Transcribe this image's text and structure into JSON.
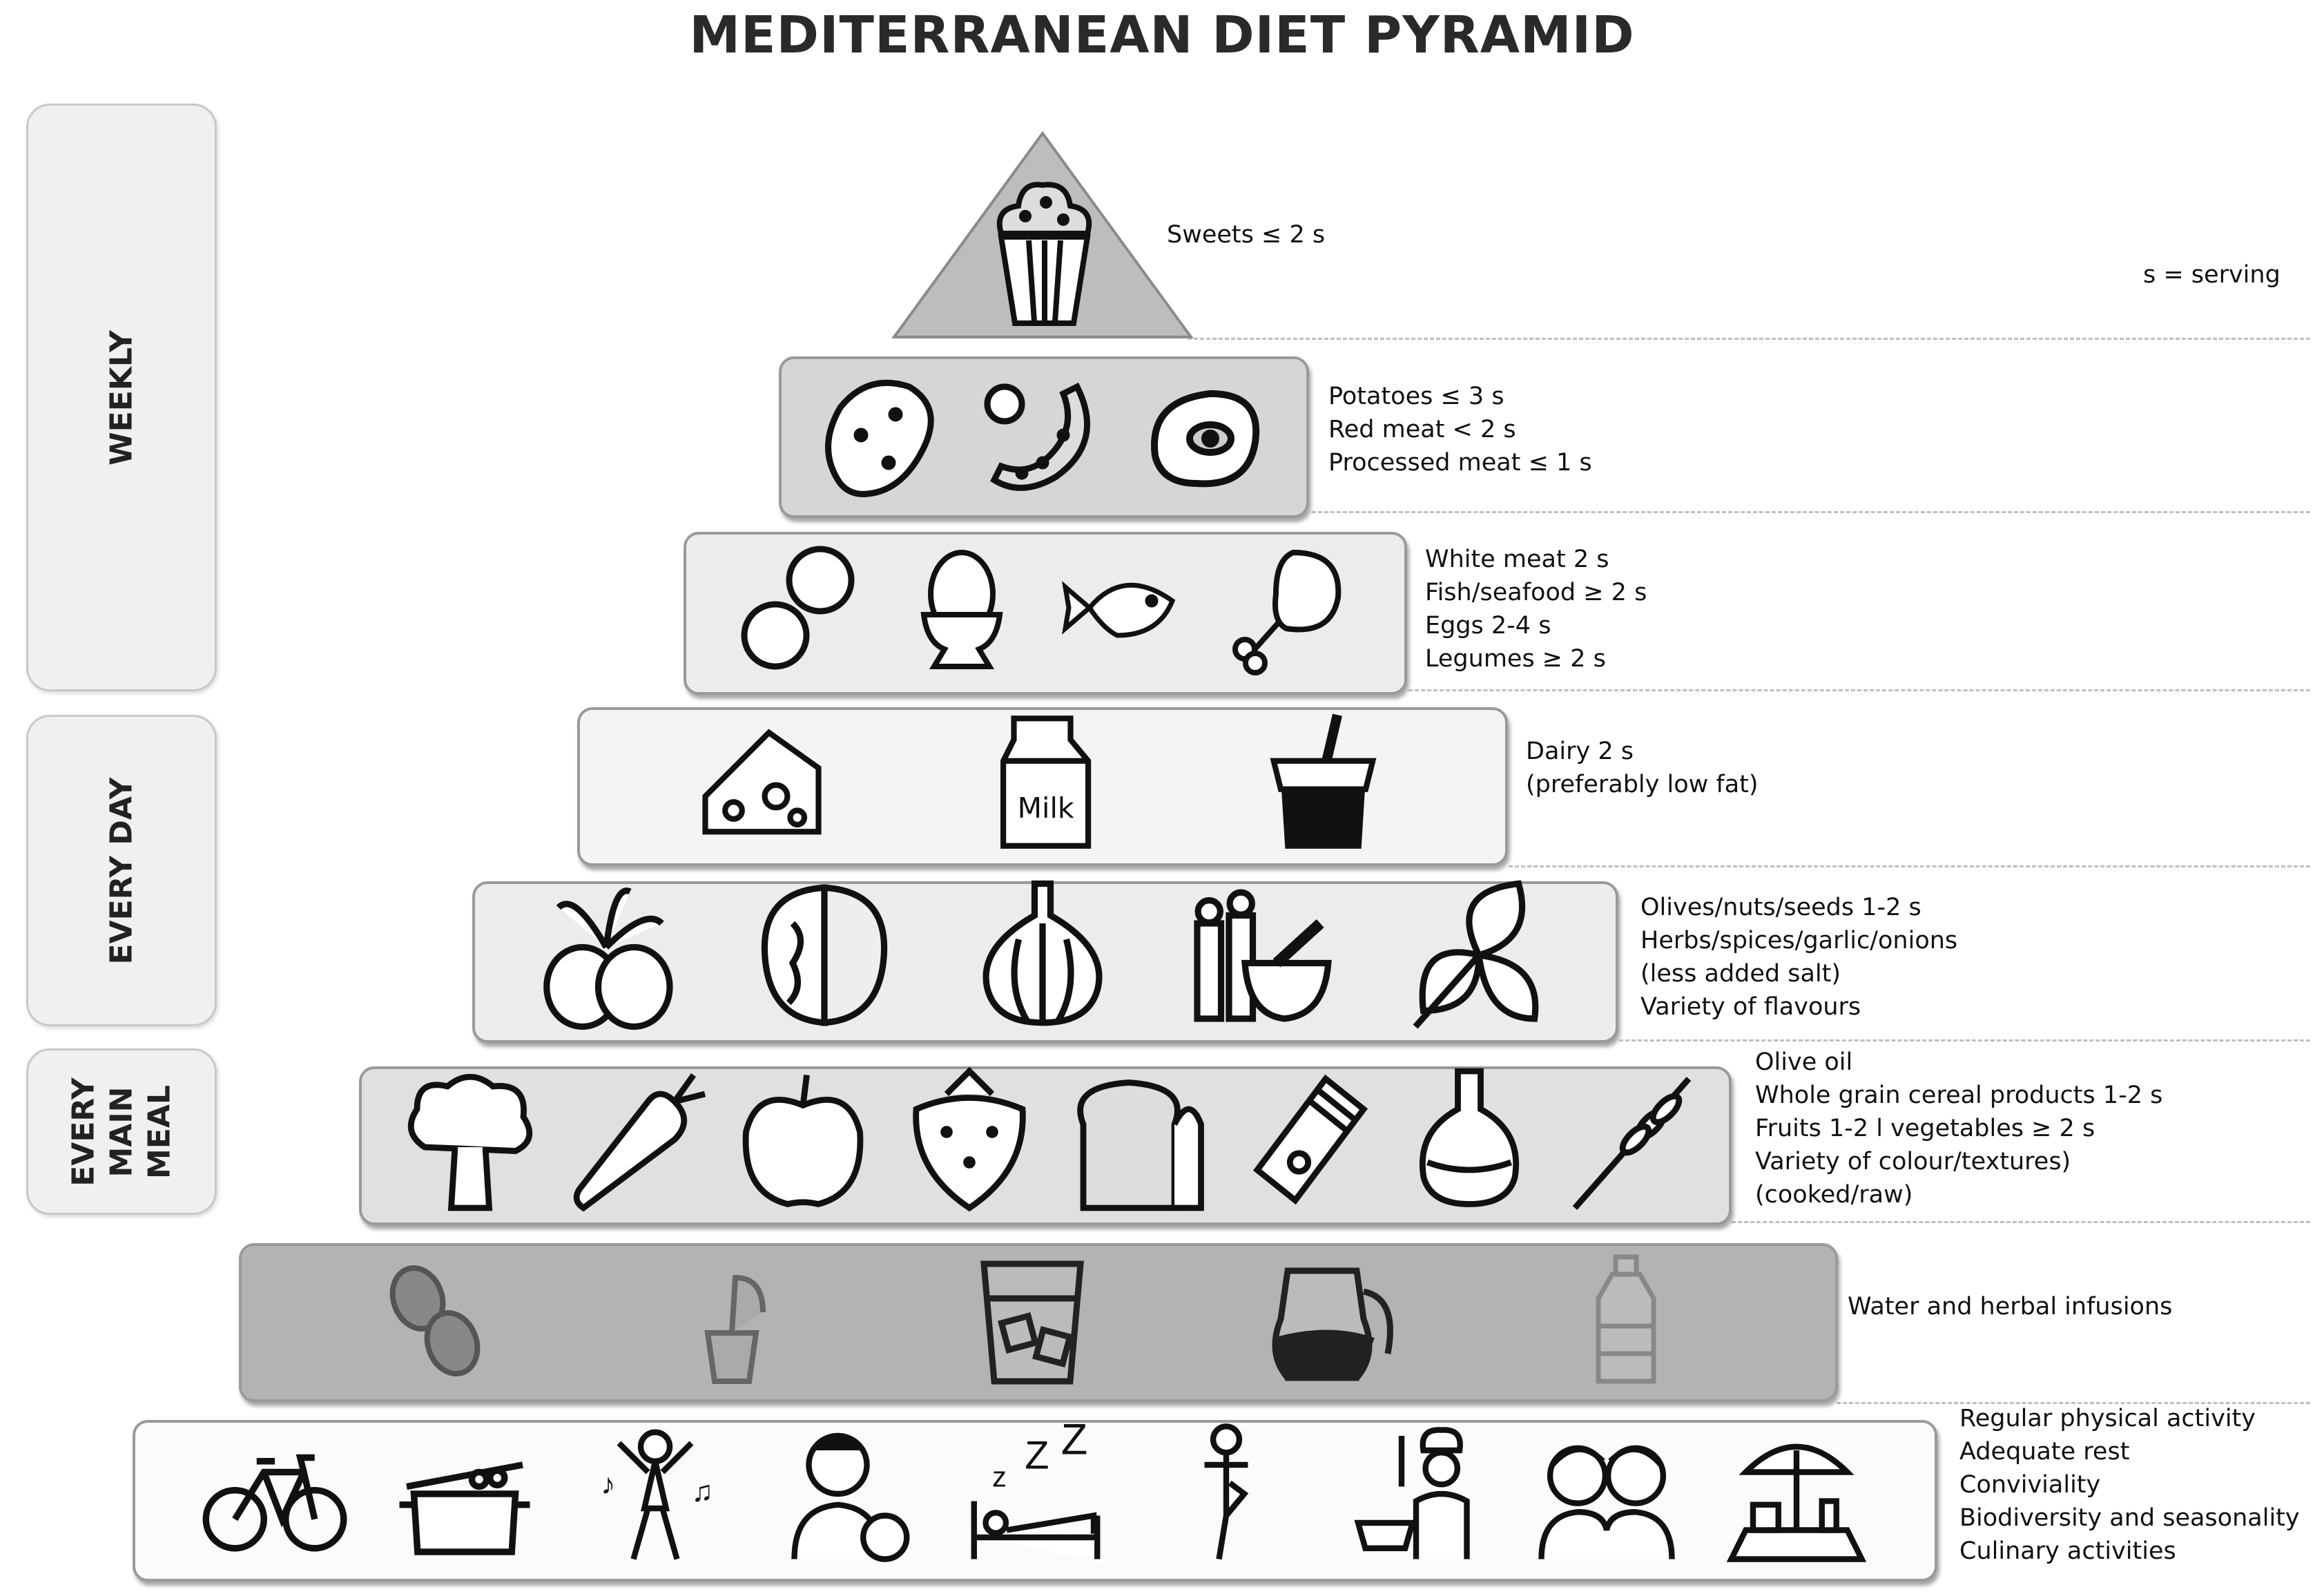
{
  "title": "MEDITERRANEAN DIET PYRAMID",
  "legend_note": "s = serving",
  "frequency_labels": {
    "weekly": "WEEKLY",
    "every_day": "EVERY DAY",
    "every_main_meal": "EVERY\nMAIN\nMEAL"
  },
  "tiers": [
    {
      "id": "sweets",
      "icons": [
        "cupcake-icon"
      ],
      "lines": [
        "Sweets ≤ 2 s"
      ]
    },
    {
      "id": "potatoes-meat",
      "icons": [
        "potato-icon",
        "sausage-icon",
        "steak-icon"
      ],
      "lines": [
        "Potatoes ≤ 3 s",
        "Red meat < 2 s",
        "Processed meat ≤ 1 s"
      ]
    },
    {
      "id": "protein",
      "icons": [
        "beans-icon",
        "egg-icon",
        "fish-icon",
        "chicken-leg-icon"
      ],
      "lines": [
        "White meat 2 s",
        "Fish/seafood ≥ 2 s",
        "Eggs 2-4 s",
        "Legumes ≥ 2 s"
      ]
    },
    {
      "id": "dairy",
      "icons": [
        "cheese-icon",
        "milk-carton-icon",
        "yogurt-icon"
      ],
      "lines": [
        "Dairy 2 s",
        "(preferably low fat)"
      ]
    },
    {
      "id": "flavours",
      "icons": [
        "olives-icon",
        "walnut-icon",
        "garlic-icon",
        "mortar-pestle-icon",
        "herb-leaf-icon"
      ],
      "lines": [
        "Olives/nuts/seeds 1-2 s",
        "Herbs/spices/garlic/onions",
        "(less added salt)",
        "Variety of flavours"
      ]
    },
    {
      "id": "plant-base",
      "icons": [
        "broccoli-icon",
        "carrot-icon",
        "apple-icon",
        "strawberry-icon",
        "bread-icon",
        "pasta-icon",
        "olive-oil-icon",
        "wheat-icon"
      ],
      "lines": [
        "Olive oil",
        "Whole grain cereal products 1-2 s",
        "Fruits 1-2 l vegetables ≥ 2 s",
        "Variety of colour/textures)",
        "(cooked/raw)"
      ]
    },
    {
      "id": "water",
      "icons": [
        "coffee-beans-icon",
        "tea-bag-icon",
        "water-glass-icon",
        "teapot-icon",
        "water-bottle-icon"
      ],
      "lines": [
        "Water and herbal infusions"
      ]
    },
    {
      "id": "lifestyle",
      "icons": [
        "bicycle-icon",
        "cooking-pot-icon",
        "dancing-icon",
        "family-play-icon",
        "sleep-icon",
        "yoga-icon",
        "chef-icon",
        "friends-icon",
        "picnic-icon"
      ],
      "lines": [
        "Regular physical activity",
        "Adequate rest",
        "Conviviality",
        "Biodiversity and seasonality",
        "Culinary activities"
      ]
    }
  ]
}
